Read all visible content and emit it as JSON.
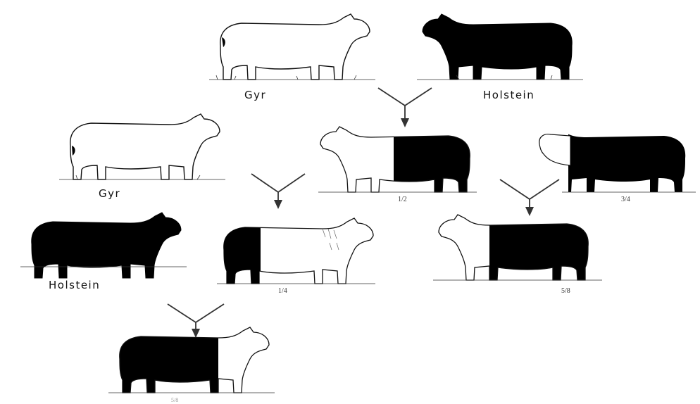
{
  "breeds": {
    "gyr": "Gyr",
    "holstein": "Holstein"
  },
  "generations": {
    "f1": "1/2",
    "three_quarter": "3/4",
    "quarter": "1/4",
    "five_eighths": "5/8",
    "bottom": "5/8"
  },
  "colors": {
    "gyr_body": "#ffffff",
    "holstein_body": "#000000",
    "outline": "#111111",
    "arrow": "#333333"
  }
}
